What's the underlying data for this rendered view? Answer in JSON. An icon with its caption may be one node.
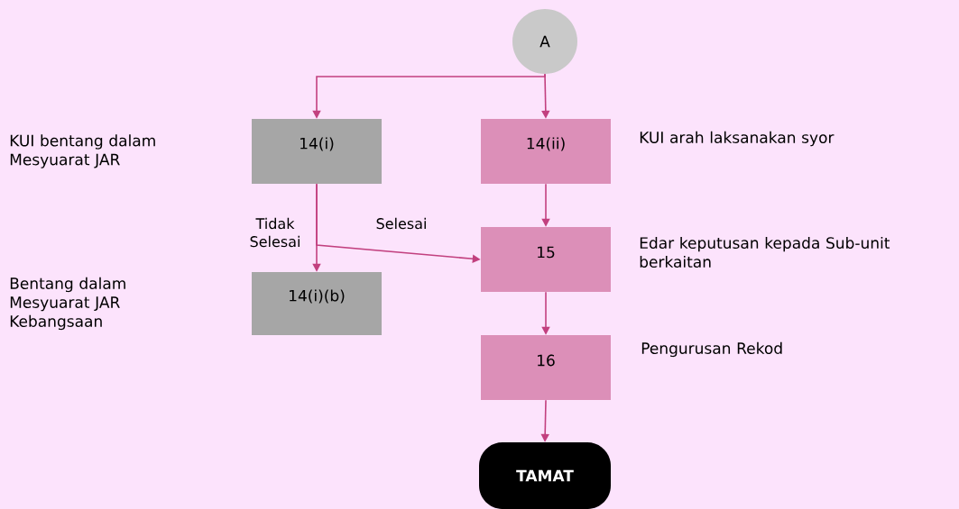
{
  "diagram": {
    "nodes": [
      {
        "text": [
          "A"
        ]
      },
      {
        "text": [
          "14(i)"
        ]
      },
      {
        "text": [
          "14(ii)"
        ],
        "beside": [
          "KUI arah laksanakan syor"
        ]
      },
      {
        "text": [
          "15"
        ],
        "beside": [
          "Edar keputusan kepada Sub-unit berkaitan"
        ]
      },
      {
        "text": [
          "14(i)(b)"
        ]
      },
      {
        "text": [
          "16"
        ],
        "beside": [
          "Pengurusan Rekod"
        ]
      },
      {
        "text": [
          "TAMAT"
        ]
      }
    ],
    "edges": [
      {
        "from": 0,
        "to": 1,
        "arrow": "to"
      },
      {
        "from": 0,
        "to": 2,
        "arrow": "to"
      },
      {
        "from": 1,
        "to": 4,
        "arrow": "to",
        "label": "Tidak Selesai"
      },
      {
        "from": 1,
        "to": 3,
        "arrow": "to",
        "label": "Selesai"
      },
      {
        "from": 2,
        "to": 3,
        "arrow": "to"
      },
      {
        "from": 3,
        "to": 5,
        "arrow": "to"
      },
      {
        "from": 5,
        "to": 6,
        "arrow": "to"
      }
    ],
    "labels": [
      "KUI bentang dalam Mesyuarat JAR",
      "Bentang dalam Mesyuarat JAR Kebangsaan"
    ]
  }
}
